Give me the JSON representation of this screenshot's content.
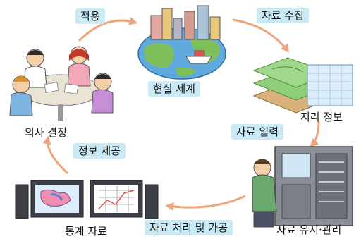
{
  "diagram": {
    "title": "",
    "nodes": [
      {
        "id": "real_world",
        "label": "현실 세계"
      },
      {
        "id": "geo_info",
        "label": "지리 정보"
      },
      {
        "id": "data_mgmt",
        "label": "자료 유지·관리"
      },
      {
        "id": "statistics",
        "label": "통계 자료"
      },
      {
        "id": "decision",
        "label": "의사 결정"
      }
    ],
    "edges": [
      {
        "from": "real_world",
        "to": "geo_info",
        "label": "자료 수집"
      },
      {
        "from": "geo_info",
        "to": "data_mgmt",
        "label": "자료 입력"
      },
      {
        "from": "data_mgmt",
        "to": "statistics",
        "label": "자료 처리 및 가공"
      },
      {
        "from": "statistics",
        "to": "decision",
        "label": "정보 제공"
      },
      {
        "from": "decision",
        "to": "real_world",
        "label": "적용"
      }
    ],
    "colors": {
      "arrow": "#f0a47c",
      "pill": "#c9eaf4"
    }
  }
}
